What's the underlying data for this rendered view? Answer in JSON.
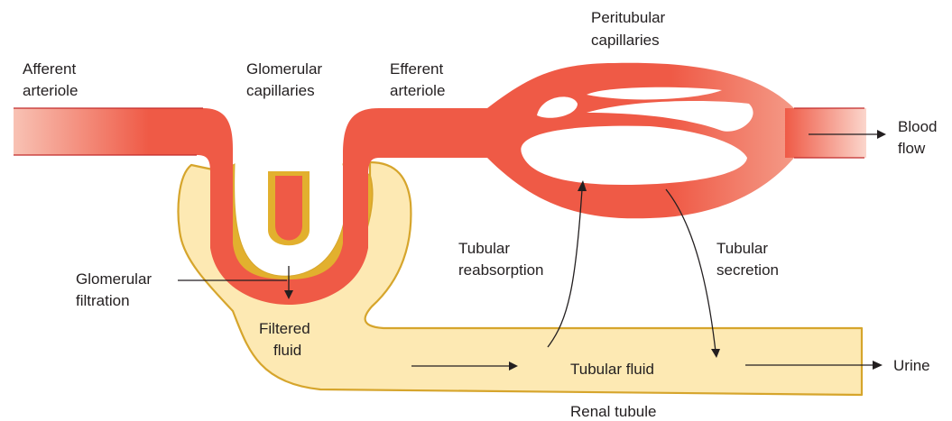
{
  "labels": {
    "afferent_1": "Afferent",
    "afferent_2": "arteriole",
    "glomerular_cap_1": "Glomerular",
    "glomerular_cap_2": "capillaries",
    "efferent_1": "Efferent",
    "efferent_2": "arteriole",
    "peritubular_1": "Peritubular",
    "peritubular_2": "capillaries",
    "blood_flow_1": "Blood",
    "blood_flow_2": "flow",
    "glom_filtration_1": "Glomerular",
    "glom_filtration_2": "filtration",
    "filtered_1": "Filtered",
    "filtered_2": "fluid",
    "reabsorption_1": "Tubular",
    "reabsorption_2": "reabsorption",
    "secretion_1": "Tubular",
    "secretion_2": "secretion",
    "tubular_fluid": "Tubular fluid",
    "urine": "Urine",
    "renal_tubule": "Renal tubule"
  },
  "colors": {
    "vessel": "#ef5a46",
    "vessel_edge": "#c22a2a",
    "vessel_fade": "#f8c2b4",
    "tubule_fill": "#fde9b3",
    "tubule_edge": "#d6a52c",
    "capsule_inner": "#e2b02e",
    "label_text": "#231f20"
  }
}
